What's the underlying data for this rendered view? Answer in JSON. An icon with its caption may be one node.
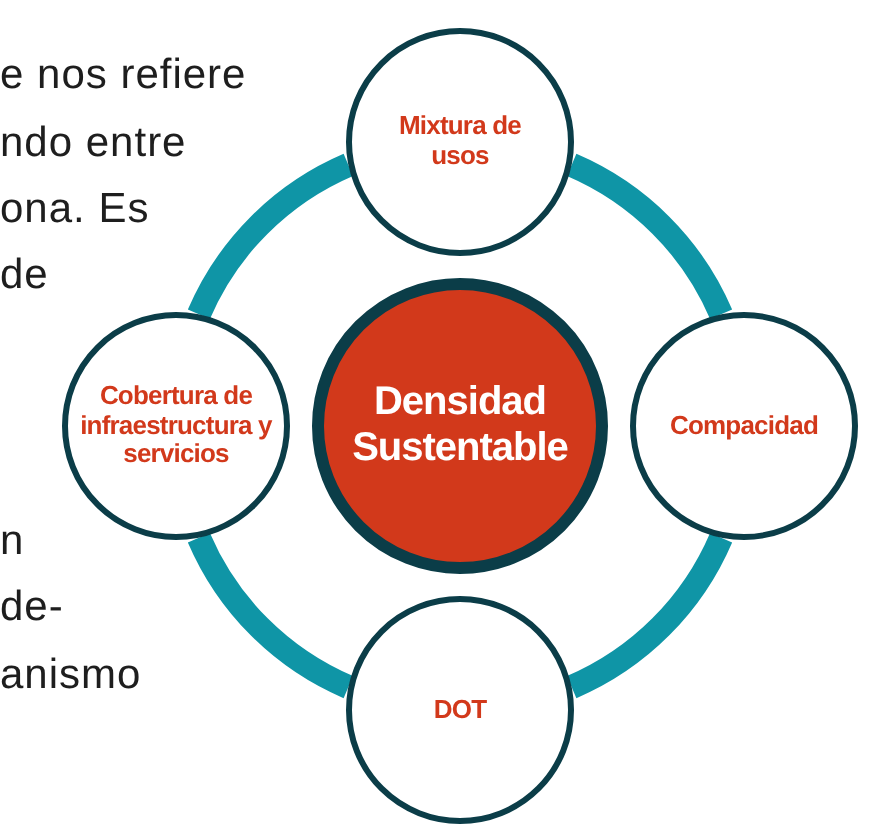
{
  "diagram": {
    "nodes": [
      {
        "text": [
          "Mixtura de usos"
        ]
      },
      {
        "text": [
          "Cobertura de infraestructura y servicios"
        ]
      },
      {
        "text": [
          "Densidad Sustentable"
        ]
      },
      {
        "text": [
          "Compacidad"
        ]
      },
      {
        "text": [
          "DOT"
        ]
      }
    ],
    "edges": [
      {
        "from": 0,
        "to": 3,
        "arrow": "none"
      },
      {
        "from": 3,
        "to": 4,
        "arrow": "none"
      },
      {
        "from": 4,
        "to": 1,
        "arrow": "none"
      },
      {
        "from": 1,
        "to": 0,
        "arrow": "none"
      }
    ],
    "labels": [
      "e nos refiere",
      "ndo entre",
      "ona. Es",
      "de",
      "n",
      "de-",
      "anismo"
    ]
  }
}
